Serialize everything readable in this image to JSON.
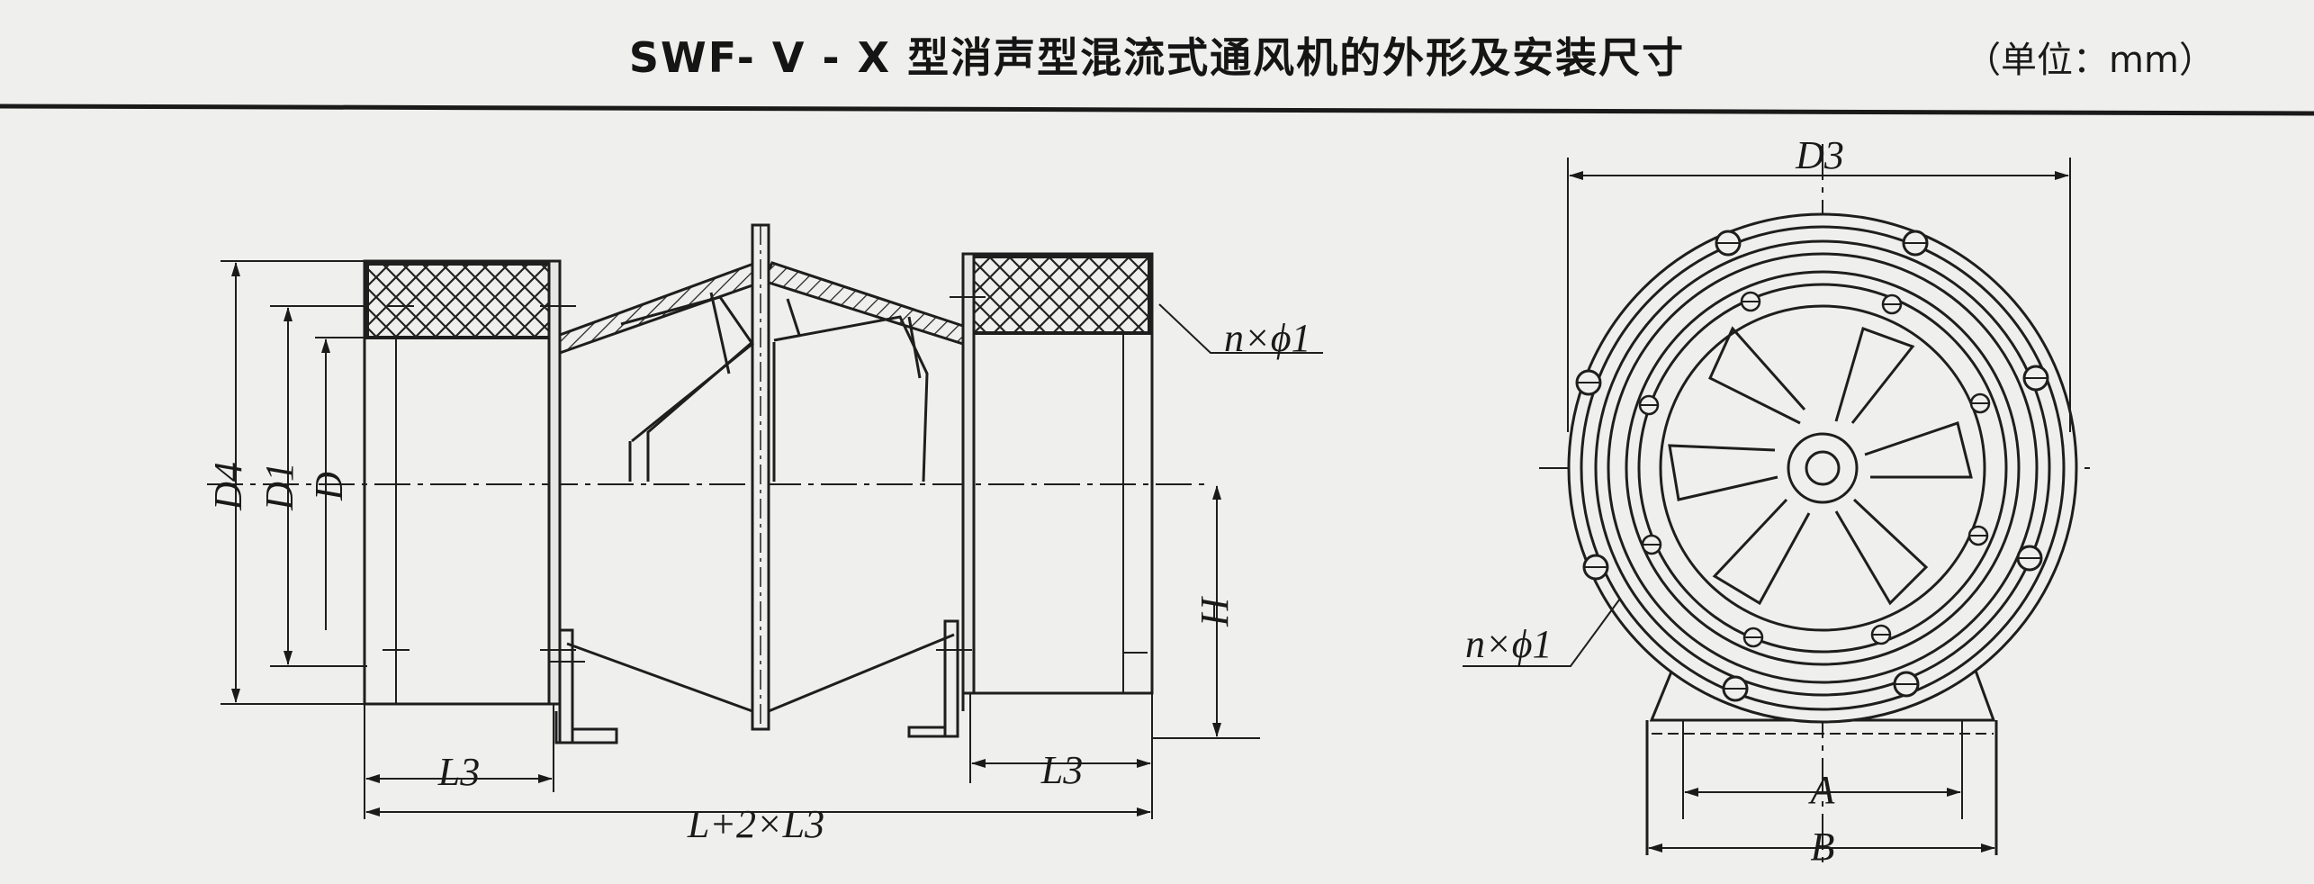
{
  "header": {
    "title": "SWF- V - X 型消声型混流式通风机的外形及安装尺寸",
    "unit": "（单位：mm）"
  },
  "side_view": {
    "labels": {
      "D4": "D4",
      "D1": "D1",
      "D": "D",
      "H": "H",
      "L3_left": "L3",
      "L3_right": "L3",
      "total": "L+2×L3",
      "holes": "n×ϕ1"
    }
  },
  "front_view": {
    "labels": {
      "D3": "D3",
      "holes": "n×ϕ1",
      "A": "A",
      "B": "B"
    }
  }
}
